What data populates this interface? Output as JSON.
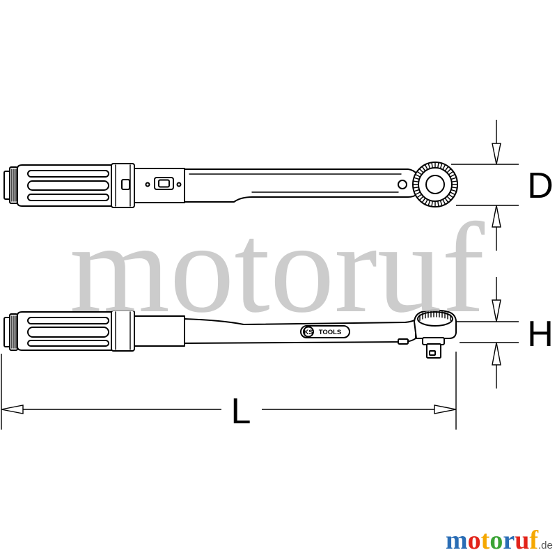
{
  "dimensions": {
    "d_label": "D",
    "h_label": "H",
    "l_label": "L"
  },
  "brand_mark": {
    "ks": "KS",
    "tools": "TOOLS"
  },
  "watermark": {
    "text": "motoruf",
    "color": "#c4c4c4"
  },
  "logo": {
    "name": "motoruf",
    "tld": ".de",
    "letter_colors": [
      "#2a6db5",
      "#e2231a",
      "#f5a800",
      "#3aa335",
      "#2a6db5",
      "#e2231a",
      "#f5a800"
    ],
    "tld_color": "#555555"
  },
  "colors": {
    "line": "#000000",
    "background": "#ffffff"
  }
}
